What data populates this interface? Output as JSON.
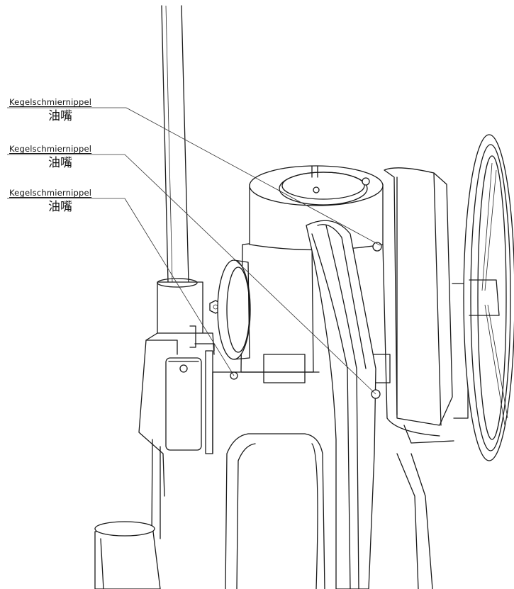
{
  "callouts": [
    {
      "de": "Kegelschmiernippel",
      "zh": "油嘴"
    },
    {
      "de": "Kegelschmiernippel",
      "zh": "油嘴"
    },
    {
      "de": "Kegelschmiernippel",
      "zh": "油嘴"
    }
  ],
  "colors": {
    "line": "#1a1a1a",
    "background": "#ffffff"
  }
}
